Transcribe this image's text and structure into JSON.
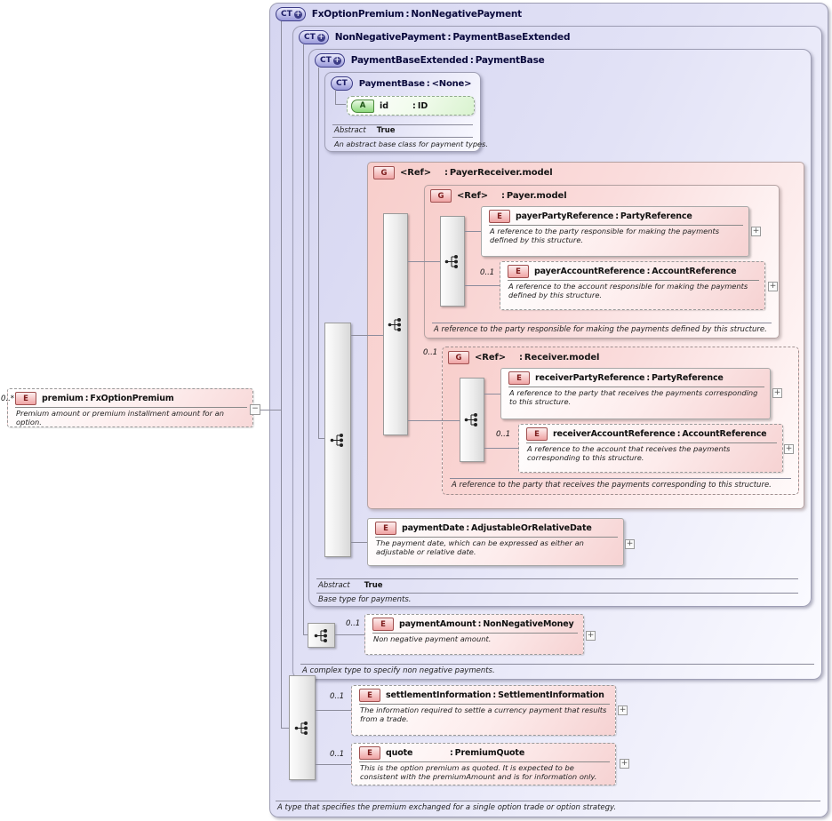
{
  "ui": {
    "colon": ":",
    "plus": "+",
    "minus": "−"
  },
  "badges": {
    "complex_type": "CT",
    "group": "G",
    "element": "E",
    "attribute": "A"
  },
  "premium": {
    "occurrence": "0..*",
    "name": "premium",
    "type": "FxOptionPremium",
    "description": "Premium amount or premium installment amount for an option."
  },
  "fx_option_premium": {
    "name": "FxOptionPremium",
    "type": "NonNegativePayment",
    "footer": "A type that specifies the premium exchanged for a single option trade or option strategy.",
    "settlement_information": {
      "occurrence": "0..1",
      "name": "settlementInformation",
      "type": "SettlementInformation",
      "description": "The information required to settle a currency payment that results from a trade."
    },
    "quote": {
      "occurrence": "0..1",
      "name": "quote",
      "type": "PremiumQuote",
      "description": "This is the option premium as quoted. It is expected to be consistent with the premiumAmount and is for information only."
    }
  },
  "non_negative_payment": {
    "name": "NonNegativePayment",
    "type": "PaymentBaseExtended",
    "footer": "A complex type to specify non negative payments.",
    "payment_amount": {
      "occurrence": "0..1",
      "name": "paymentAmount",
      "type": "NonNegativeMoney",
      "description": "Non negative payment amount."
    }
  },
  "payment_base_extended": {
    "name": "PaymentBaseExtended",
    "type": "PaymentBase",
    "abstract_label": "Abstract",
    "abstract_value": "True",
    "footer": "Base type for payments.",
    "payment_date": {
      "name": "paymentDate",
      "type": "AdjustableOrRelativeDate",
      "description": "The payment date, which can be expressed as either an adjustable or relative date."
    }
  },
  "payment_base": {
    "name": "PaymentBase",
    "type": "<None>",
    "abstract_label": "Abstract",
    "abstract_value": "True",
    "footer": "An abstract base class for payment types.",
    "attribute_id": {
      "name": "id",
      "type": "ID"
    }
  },
  "payer_receiver_model": {
    "name": "<Ref>",
    "type": "PayerReceiver.model",
    "payer_model": {
      "name": "<Ref>",
      "type": "Payer.model",
      "footer": "A reference to the party responsible for making the payments defined by this structure.",
      "payer_party_reference": {
        "name": "payerPartyReference",
        "type": "PartyReference",
        "description": "A reference to the party responsible for making the payments defined by this structure."
      },
      "payer_account_reference": {
        "occurrence": "0..1",
        "name": "payerAccountReference",
        "type": "AccountReference",
        "description": "A reference to the account responsible for making the payments defined by this structure."
      }
    },
    "receiver_model": {
      "occurrence": "0..1",
      "name": "<Ref>",
      "type": "Receiver.model",
      "footer": "A reference to the party that receives the payments corresponding to this structure.",
      "receiver_party_reference": {
        "name": "receiverPartyReference",
        "type": "PartyReference",
        "description": "A reference to the party that receives the payments corresponding to this structure."
      },
      "receiver_account_reference": {
        "occurrence": "0..1",
        "name": "receiverAccountReference",
        "type": "AccountReference",
        "description": "A reference to the account that receives the payments corresponding to this structure."
      }
    }
  }
}
